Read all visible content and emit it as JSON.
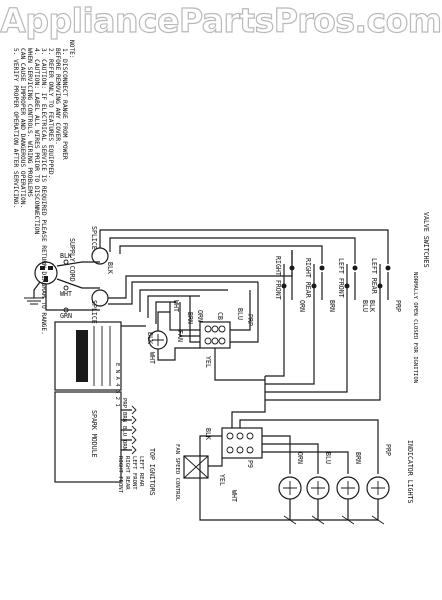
{
  "watermark": "AppliancePartsPros.com",
  "notes": {
    "heading": "NOTE:",
    "lines": [
      "1. DISCONNECT RANGE FROM POWER",
      "   BEFORE REMOVING ANY COVER.",
      "2. REFER ONLY TO FEATURES EQUIPPED.",
      "3. CAUTION: IF ELECTRICAL SERVICE IS REQUIRED PLEASE RETURN DIAGRAM TO RANGE.",
      "4. CAUTION: LABEL ALL WIRES PRIOR TO DISCONNECTION",
      "   WHEN SERVICING CONTROLS. WIRING PROBLEMS",
      "   CAN CAUSE IMPROPER AND DANGEROUS OPERATION.",
      "5. VERIFY PROPER OPERATION AFTER SERVICING."
    ]
  },
  "labels": {
    "supply_cord": "SUPPLY CORD",
    "splice_top": "SPLICE",
    "splice_bottom": "SPLICE",
    "blk": "BLK",
    "wht": "WHT",
    "grn": "GRN",
    "valve_switches": "VALVE SWITCHES",
    "normally_open": "NORMALLY OPEN CLOSED FOR IGNITION",
    "left_rear": "LEFT REAR",
    "right_rear": "RIGHT REAR",
    "left_front": "LEFT FRONT",
    "right_front": "RIGHT FRONT",
    "prp": "PRP",
    "brn": "BRN",
    "blu": "BLU",
    "orn": "ORN",
    "yel": "YEL",
    "fan": "FAN",
    "cb": "CB",
    "p9": "P9",
    "spark_module": "SPARK MODULE",
    "top_ignitors": "TOP IGNITORS",
    "ign_left_rear": "LEFT REAR",
    "ign_left_front": "LEFT FRONT",
    "ign_right_rear": "RIGHT REAR",
    "ign_right_front": "RIGHT FRONT",
    "fan_speed_control": "FAN SPEED CONTROL",
    "indicator_lights": "INDICATOR LIGHTS",
    "module_pins": "E N A 4 3 2 1"
  }
}
